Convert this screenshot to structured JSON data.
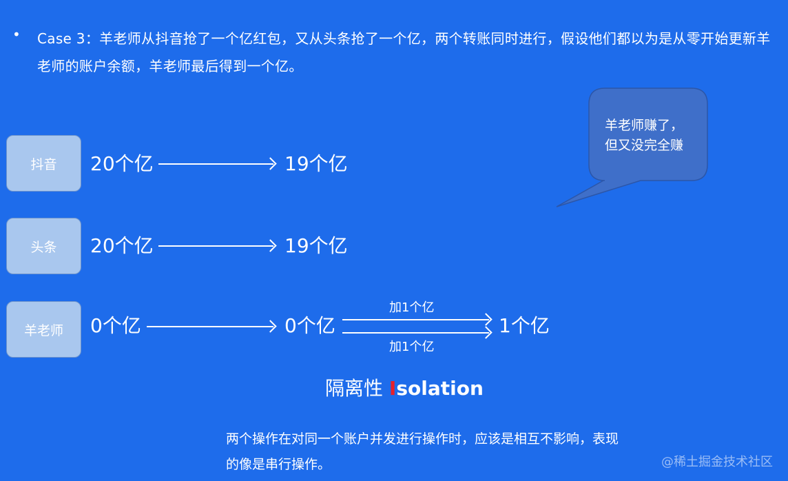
{
  "intro": {
    "bullet": "•",
    "text": "Case 3：羊老师从抖音抢了一个亿红包，又从头条抢了一个亿，两个转账同时进行，假设他们都以为是从零开始更新羊老师的账户余额，羊老师最后得到一个亿。"
  },
  "rows": [
    {
      "label": "抖音",
      "from": "20个亿",
      "to": "19个亿"
    },
    {
      "label": "头条",
      "from": "20个亿",
      "to": "19个亿"
    },
    {
      "label": "羊老师",
      "from": "0个亿",
      "mid": "0个亿",
      "to": "1个亿",
      "top_op": "加1个亿",
      "bottom_op": "加1个亿"
    }
  ],
  "bubble": {
    "line1": "羊老师赚了，",
    "line2": "但又没完全赚"
  },
  "title": {
    "zh": "隔离性 ",
    "highlight": "I",
    "rest": "solation"
  },
  "description": "两个操作在对同一个账户并发进行操作时，应该是相互不影响，表现的像是串行操作。",
  "watermark": "@稀土掘金技术社区",
  "colors": {
    "background": "#1E6CEB",
    "box": "#A9C7EE",
    "bubble": "#3F6FC9",
    "highlight": "#E8202A"
  }
}
